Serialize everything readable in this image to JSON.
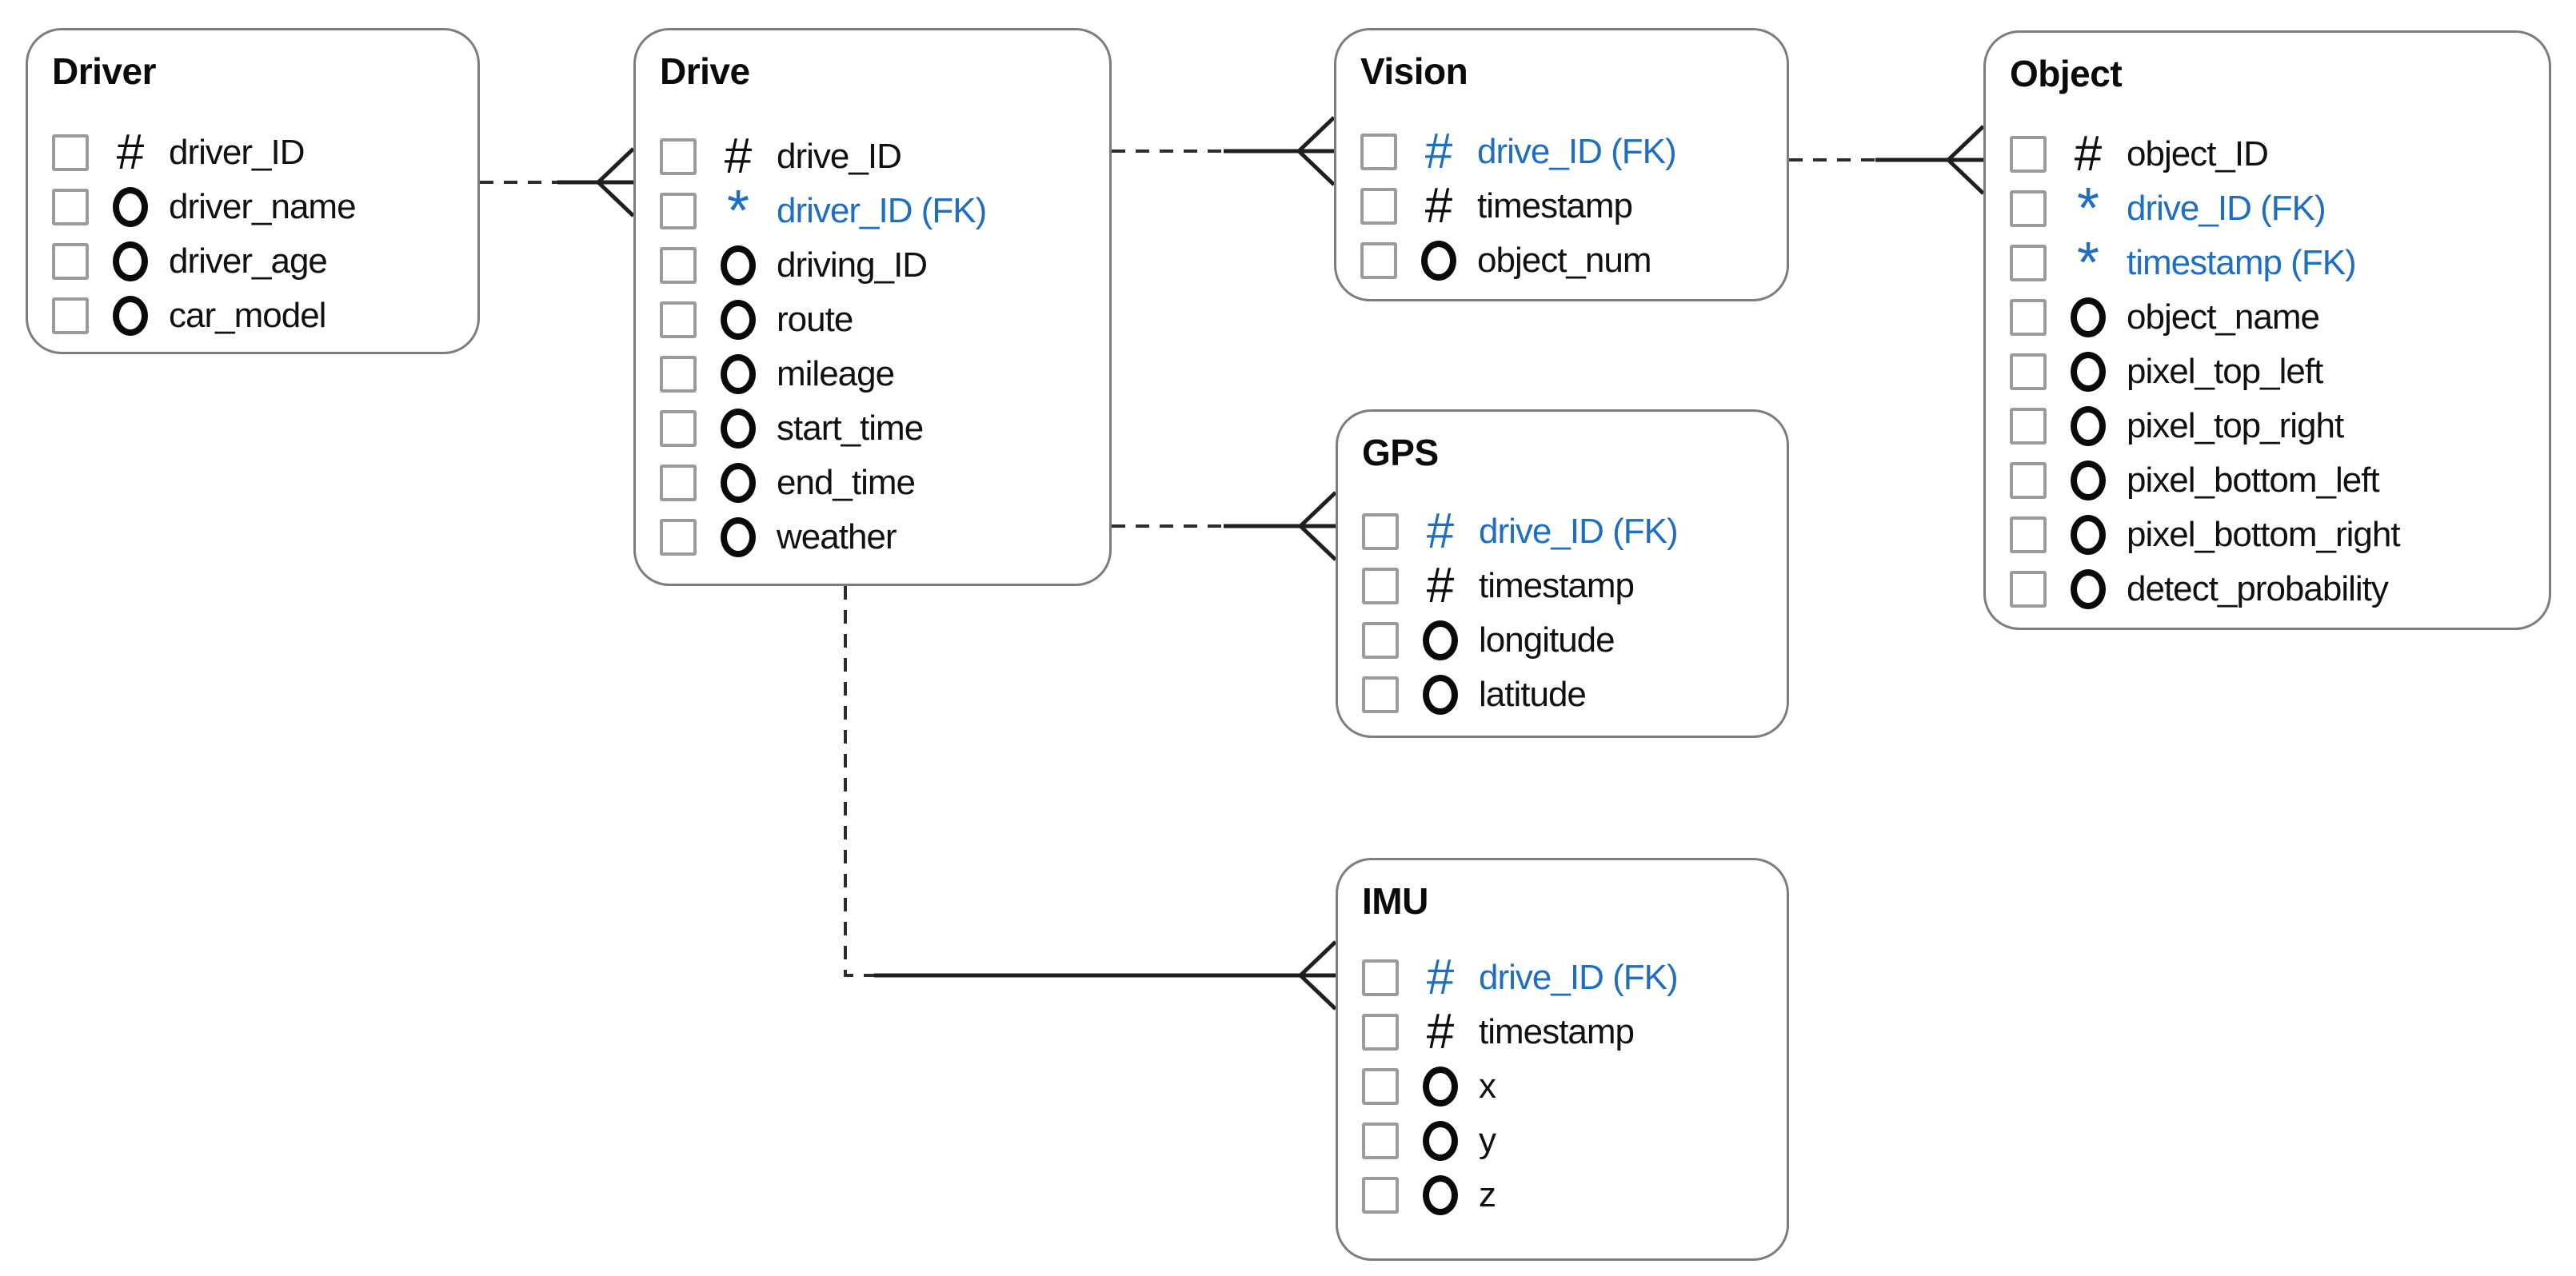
{
  "diagram_type": "entity-relationship-diagram",
  "colors": {
    "fk_blue": "#1e6ec3",
    "text_black": "#111111",
    "box_border": "#7d7d7d",
    "checkbox_border": "#9b9b9b",
    "relationship_line": "#2d2d2d",
    "background": "#ffffff"
  },
  "legend": {
    "hash_icon_meaning": "key attribute",
    "asterisk_icon_meaning": "mandatory foreign key",
    "circle_icon_meaning": "optional attribute"
  },
  "entities": [
    {
      "name": "Driver",
      "attributes": [
        {
          "key_icon": "hash",
          "blue": false,
          "label": "driver_ID"
        },
        {
          "key_icon": "circle",
          "blue": false,
          "label": "driver_name"
        },
        {
          "key_icon": "circle",
          "blue": false,
          "label": "driver_age"
        },
        {
          "key_icon": "circle",
          "blue": false,
          "label": "car_model"
        }
      ]
    },
    {
      "name": "Drive",
      "attributes": [
        {
          "key_icon": "hash",
          "blue": false,
          "label": "drive_ID"
        },
        {
          "key_icon": "asterisk",
          "blue": true,
          "label": "driver_ID (FK)"
        },
        {
          "key_icon": "circle",
          "blue": false,
          "label": "driving_ID"
        },
        {
          "key_icon": "circle",
          "blue": false,
          "label": "route"
        },
        {
          "key_icon": "circle",
          "blue": false,
          "label": "mileage"
        },
        {
          "key_icon": "circle",
          "blue": false,
          "label": "start_time"
        },
        {
          "key_icon": "circle",
          "blue": false,
          "label": "end_time"
        },
        {
          "key_icon": "circle",
          "blue": false,
          "label": "weather"
        }
      ]
    },
    {
      "name": "Vision",
      "attributes": [
        {
          "key_icon": "hash",
          "blue": true,
          "label": "drive_ID (FK)"
        },
        {
          "key_icon": "hash",
          "blue": false,
          "label": "timestamp"
        },
        {
          "key_icon": "circle",
          "blue": false,
          "label": "object_num"
        }
      ]
    },
    {
      "name": "Object",
      "attributes": [
        {
          "key_icon": "hash",
          "blue": false,
          "label": "object_ID"
        },
        {
          "key_icon": "asterisk",
          "blue": true,
          "label": "drive_ID (FK)"
        },
        {
          "key_icon": "asterisk",
          "blue": true,
          "label": "timestamp (FK)"
        },
        {
          "key_icon": "circle",
          "blue": false,
          "label": "object_name"
        },
        {
          "key_icon": "circle",
          "blue": false,
          "label": "pixel_top_left"
        },
        {
          "key_icon": "circle",
          "blue": false,
          "label": "pixel_top_right"
        },
        {
          "key_icon": "circle",
          "blue": false,
          "label": "pixel_bottom_left"
        },
        {
          "key_icon": "circle",
          "blue": false,
          "label": "pixel_bottom_right"
        },
        {
          "key_icon": "circle",
          "blue": false,
          "label": "detect_probability"
        }
      ]
    },
    {
      "name": "GPS",
      "attributes": [
        {
          "key_icon": "hash",
          "blue": true,
          "label": "drive_ID (FK)"
        },
        {
          "key_icon": "hash",
          "blue": false,
          "label": "timestamp"
        },
        {
          "key_icon": "circle",
          "blue": false,
          "label": "longitude"
        },
        {
          "key_icon": "circle",
          "blue": false,
          "label": "latitude"
        }
      ]
    },
    {
      "name": "IMU",
      "attributes": [
        {
          "key_icon": "hash",
          "blue": true,
          "label": "drive_ID (FK)"
        },
        {
          "key_icon": "hash",
          "blue": false,
          "label": "timestamp"
        },
        {
          "key_icon": "circle",
          "blue": false,
          "label": "x"
        },
        {
          "key_icon": "circle",
          "blue": false,
          "label": "y"
        },
        {
          "key_icon": "circle",
          "blue": false,
          "label": "z"
        }
      ]
    }
  ],
  "relationships": [
    {
      "parent": "Driver",
      "child": "Drive",
      "parent_end": "dashed",
      "child_end": "solid",
      "child_marker": "crow-foot"
    },
    {
      "parent": "Drive",
      "child": "Vision",
      "parent_end": "dashed",
      "child_end": "solid",
      "child_marker": "crow-foot"
    },
    {
      "parent": "Vision",
      "child": "Object",
      "parent_end": "dashed",
      "child_end": "solid",
      "child_marker": "crow-foot"
    },
    {
      "parent": "Drive",
      "child": "GPS",
      "parent_end": "dashed",
      "child_end": "solid",
      "child_marker": "crow-foot"
    },
    {
      "parent": "Drive",
      "child": "IMU",
      "parent_end": "dashed",
      "child_end": "solid",
      "child_marker": "crow-foot"
    }
  ]
}
